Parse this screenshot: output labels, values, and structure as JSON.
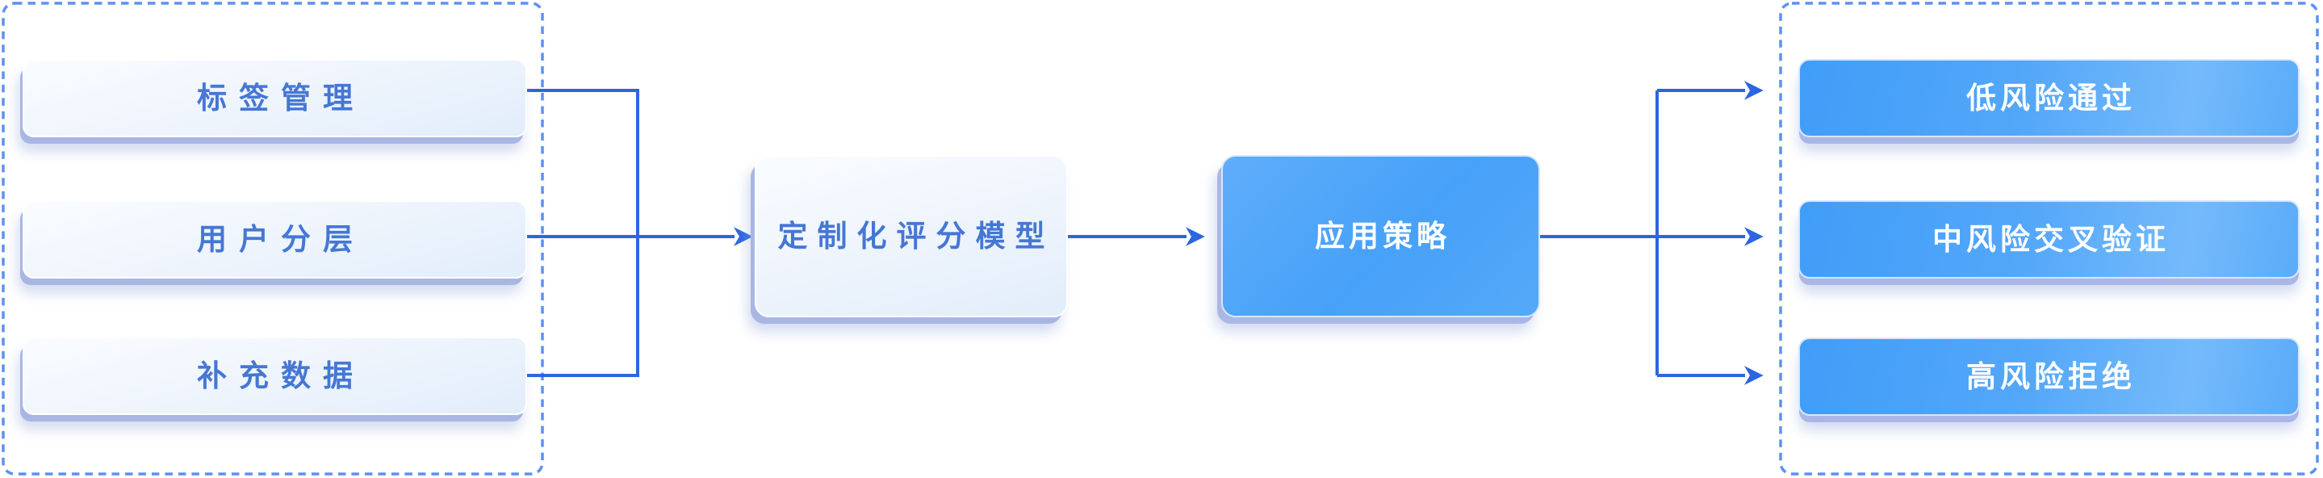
{
  "diagram": {
    "inputs": {
      "items": [
        "标签管理",
        "用户分层",
        "补充数据"
      ]
    },
    "model": {
      "label": "定制化评分模型"
    },
    "strategy": {
      "label": "应用策略"
    },
    "outcomes": {
      "items": [
        "低风险通过",
        "中风险交叉验证",
        "高风险拒绝"
      ]
    }
  },
  "colors": {
    "connector_blue": "#2b66e0",
    "dashed_border_blue": "#5b92f0",
    "light_node_text": "#4577d4",
    "blue_node_fill_start": "#409df8",
    "blue_node_fill_end": "#74bafb",
    "node_shadow": "#a8b6e4",
    "background": "#ffffff"
  }
}
